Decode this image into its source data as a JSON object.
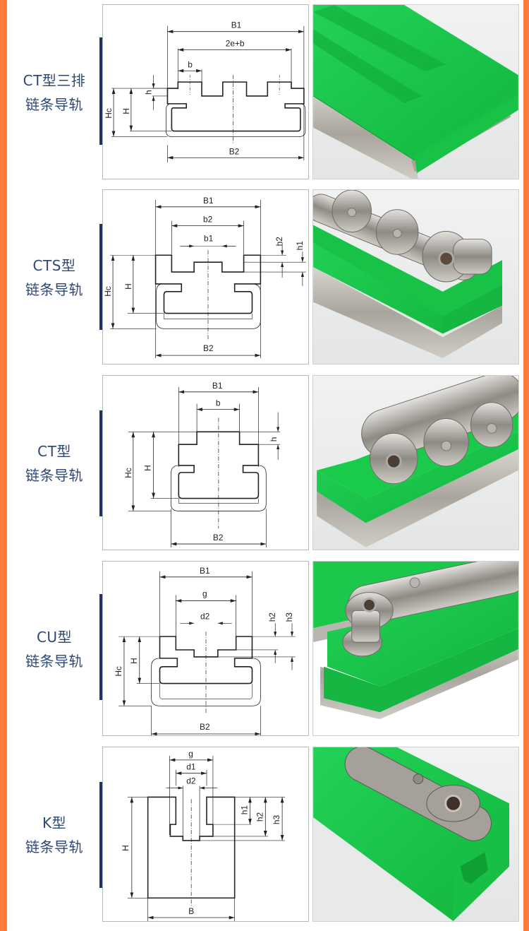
{
  "colors": {
    "edge_orange": "#ff7a3d",
    "label_text": "#2e4874",
    "accent_bar": "#1c3566",
    "rail_green": "#19c94a",
    "steel": "#b7b4ad"
  },
  "rows": [
    {
      "title_line1": "CT型三排",
      "title_line2": "链条导轨",
      "diagram_icon": "ct-triple-rail-diagram",
      "photo_icon": "ct-triple-rail-photo",
      "dims": {
        "B1": "B1",
        "span": "2e+b",
        "b": "b",
        "h": "h",
        "Hc": "Hc",
        "H": "H",
        "B2": "B2"
      }
    },
    {
      "title_line1": "CTS型",
      "title_line2": "链条导轨",
      "diagram_icon": "cts-rail-diagram",
      "photo_icon": "cts-rail-photo",
      "dims": {
        "B1": "B1",
        "b2": "b2",
        "b1": "b1",
        "h2": "h2",
        "h1": "h1",
        "Hc": "Hc",
        "H": "H",
        "B2": "B2"
      }
    },
    {
      "title_line1": "CT型",
      "title_line2": "链条导轨",
      "diagram_icon": "ct-rail-diagram",
      "photo_icon": "ct-rail-photo",
      "dims": {
        "B1": "B1",
        "b": "b",
        "h": "h",
        "Hc": "Hc",
        "H": "H",
        "B2": "B2"
      }
    },
    {
      "title_line1": "CU型",
      "title_line2": "链条导轨",
      "diagram_icon": "cu-rail-diagram",
      "photo_icon": "cu-rail-photo",
      "dims": {
        "B1": "B1",
        "g": "g",
        "d2": "d2",
        "h2": "h2",
        "h3": "h3",
        "Hc": "Hc",
        "H": "H",
        "B2": "B2"
      }
    },
    {
      "title_line1": "K型",
      "title_line2": "链条导轨",
      "diagram_icon": "k-rail-diagram",
      "photo_icon": "k-rail-photo",
      "dims": {
        "g": "g",
        "d1": "d1",
        "d2": "d2",
        "h1": "h1",
        "h2": "h2",
        "h3": "h3",
        "H": "H",
        "B": "B"
      }
    }
  ]
}
